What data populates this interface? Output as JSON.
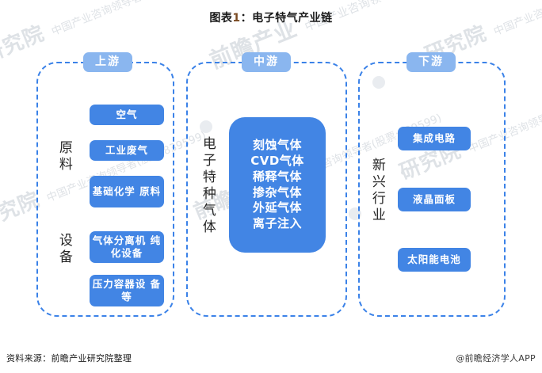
{
  "title": {
    "prefix": "图表",
    "number": "1",
    "separator": "：",
    "text": "电子特气产业链",
    "full": "图表1：电子特气产业链"
  },
  "colors": {
    "badge_blue": "#8ab6ef",
    "box_blue": "#4285e4",
    "dashed_border": "#3b82e8",
    "watermark_gray": "#d9dde2",
    "title_black": "#1a1a1a",
    "title_number_brown": "#7a4a22"
  },
  "segments": [
    {
      "id": "upstream",
      "badge": "上游",
      "groups": [
        {
          "label": "原料",
          "items": [
            "空气",
            "工业废气",
            "基础化学原料"
          ]
        },
        {
          "label": "设备",
          "items": [
            "气体分离机纯化设备",
            "压力容器设备等"
          ]
        }
      ]
    },
    {
      "id": "midstream",
      "badge": "中游",
      "groups": [
        {
          "label": "电子特种气体",
          "items": [
            "刻蚀气体",
            "CVD气体",
            "稀释气体",
            "掺杂气体",
            "外延气体",
            "离子注入"
          ]
        }
      ]
    },
    {
      "id": "downstream",
      "badge": "下游",
      "groups": [
        {
          "label": "新兴行业",
          "items": [
            "集成电路",
            "液晶面板",
            "太阳能电池"
          ]
        }
      ]
    }
  ],
  "boxes": {
    "air": "空气",
    "industrial_waste_gas": "工业废气",
    "basic_chemical_material": "基础化学<br>原料",
    "basic_chemical_material_line1": "基础化学",
    "basic_chemical_material_line2": "原料",
    "gas_separation_line1": "气体分离机",
    "gas_separation_line2": "纯化设备",
    "pressure_vessel_line1": "压力容器设",
    "pressure_vessel_line2": "备等",
    "etching_gas": "刻蚀气体",
    "cvd_gas": "CVD气体",
    "dilution_gas": "稀释气体",
    "doping_gas": "掺杂气体",
    "epitaxial_gas": "外延气体",
    "ion_implantation": "离子注入",
    "integrated_circuit": "集成电路",
    "lcd_panel": "液晶面板",
    "solar_cell": "太阳能电池"
  },
  "labels": {
    "raw_material": "原料",
    "equipment": "设备",
    "electronic_specialty_gas": "电子特种气体",
    "emerging_industry": "新兴行业"
  },
  "footer": {
    "source": "资料来源：前瞻产业研究院整理",
    "attribution": "@前瞻经济学人APP"
  },
  "watermark": {
    "main": "前瞻产业",
    "institute": "研究院",
    "sub": "中国产业咨询领导者(股票:839599)"
  }
}
